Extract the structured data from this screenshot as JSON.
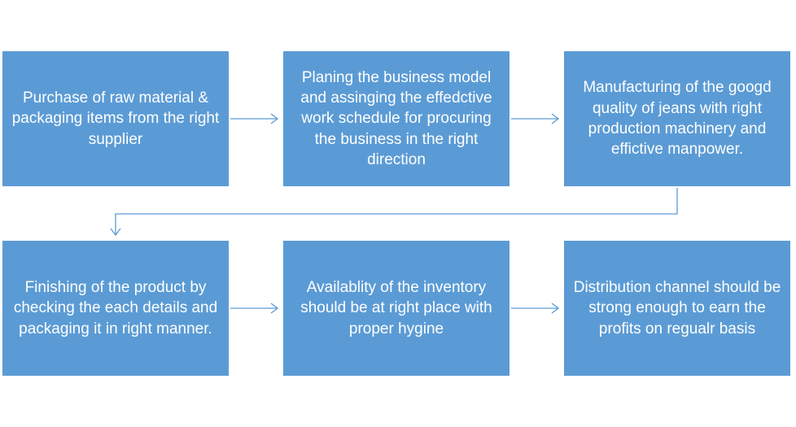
{
  "diagram": {
    "steps": [
      {
        "text": "Purchase of raw material & packaging items from the right supplier"
      },
      {
        "text": "Planing the business model and assinging the effedctive work schedule for procuring the business in the right direction"
      },
      {
        "text": "Manufacturing of the googd quality of jeans with right production machinery and effictive manpower."
      },
      {
        "text": "Finishing of the product by checking the each details and packaging it in right manner."
      },
      {
        "text": "Availablity of the inventory should be at right place with proper hygine"
      },
      {
        "text": "Distribution channel should be strong enough to earn the profits on regualr basis"
      }
    ],
    "colors": {
      "box_fill": "#5b9bd5",
      "box_text": "#ffffff",
      "connector": "#5b9bd5",
      "background": "#ffffff"
    }
  }
}
